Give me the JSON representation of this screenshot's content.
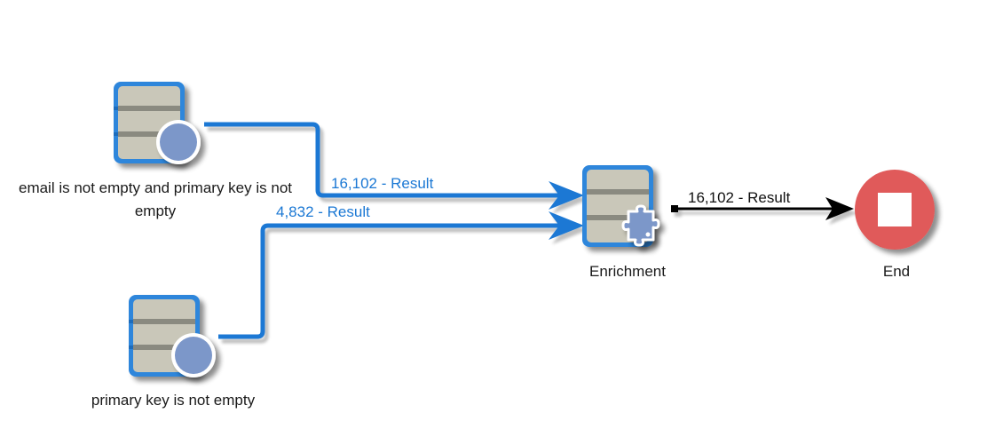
{
  "colors": {
    "flow_blue": "#1b78d4",
    "flow_black": "#000000",
    "node_border": "#2f86db",
    "node_fill": "#c9c7b9",
    "node_band": "#8a8a80",
    "badge_circle": "#7b97c9",
    "end_red": "#e05a5a"
  },
  "nodes": [
    {
      "id": "query1",
      "type": "query",
      "label": "email is not empty and primary key is not empty",
      "icon": "query-database-icon"
    },
    {
      "id": "query2",
      "type": "query",
      "label": "primary key is not empty",
      "icon": "query-database-icon"
    },
    {
      "id": "enrichment",
      "type": "enrichment",
      "label": "Enrichment",
      "icon": "enrichment-puzzle-icon"
    },
    {
      "id": "end",
      "type": "end",
      "label": "End",
      "icon": "stop-icon"
    }
  ],
  "edges": [
    {
      "from": "query1",
      "to": "enrichment",
      "label": "16,102 - Result"
    },
    {
      "from": "query2",
      "to": "enrichment",
      "label": "4,832 - Result"
    },
    {
      "from": "enrichment",
      "to": "end",
      "label": "16,102 - Result"
    }
  ]
}
